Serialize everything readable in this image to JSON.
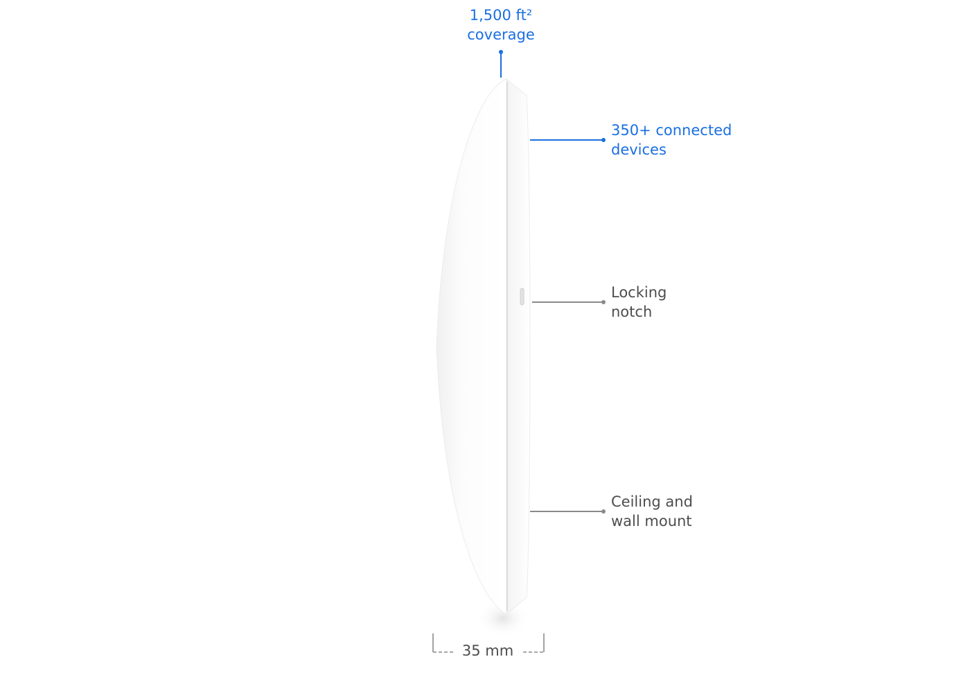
{
  "callouts": {
    "coverage": {
      "line1": "1,500 ft²",
      "line2": "coverage"
    },
    "devices": {
      "line1": "350+ connected",
      "line2": "devices"
    },
    "notch": {
      "line1": "Locking",
      "line2": "notch"
    },
    "mount": {
      "line1": "Ceiling and",
      "line2": "wall mount"
    }
  },
  "dimension": {
    "depth": "35 mm"
  },
  "colors": {
    "accent": "#1a6fe0",
    "muted_text": "#4d4d4d",
    "leader_gray": "#8a8a8a",
    "background": "#ffffff"
  }
}
